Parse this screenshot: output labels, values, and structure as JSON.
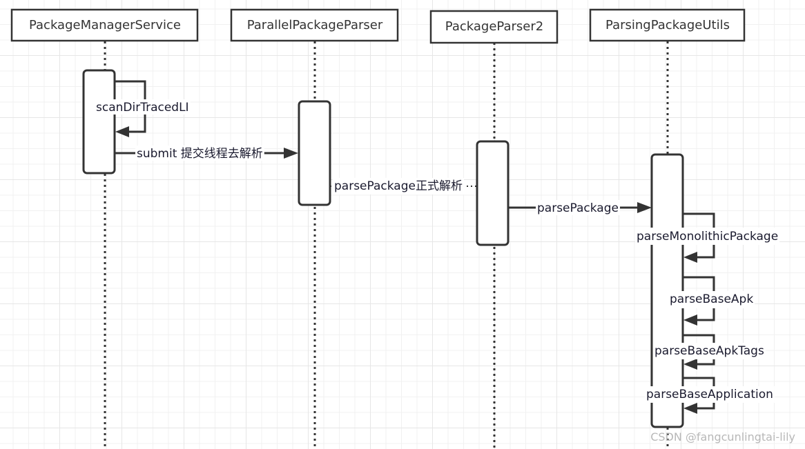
{
  "diagram": {
    "type": "sequence",
    "actors": [
      {
        "id": "pms",
        "label": "PackageManagerService"
      },
      {
        "id": "ppp",
        "label": "ParallelPackageParser"
      },
      {
        "id": "pp2",
        "label": "PackageParser2"
      },
      {
        "id": "ppu",
        "label": "ParsingPackageUtils"
      }
    ],
    "messages": [
      {
        "from": "PackageManagerService",
        "to": "PackageManagerService",
        "label": "scanDirTracedLI",
        "kind": "self"
      },
      {
        "from": "PackageManagerService",
        "to": "ParallelPackageParser",
        "label": "submit 提交线程去解析",
        "kind": "call"
      },
      {
        "from": "ParallelPackageParser",
        "to": "PackageParser2",
        "label": "parsePackage正式解析",
        "kind": "dotted"
      },
      {
        "from": "PackageParser2",
        "to": "ParsingPackageUtils",
        "label": "parsePackage",
        "kind": "call"
      },
      {
        "from": "ParsingPackageUtils",
        "to": "ParsingPackageUtils",
        "label": "parseMonolithicPackage",
        "kind": "self"
      },
      {
        "from": "ParsingPackageUtils",
        "to": "ParsingPackageUtils",
        "label": "parseBaseApk",
        "kind": "self"
      },
      {
        "from": "ParsingPackageUtils",
        "to": "ParsingPackageUtils",
        "label": "parseBaseApkTags",
        "kind": "self"
      },
      {
        "from": "ParsingPackageUtils",
        "to": "ParsingPackageUtils",
        "label": "parseBaseApplication",
        "kind": "self"
      }
    ]
  },
  "watermark": "CSDN @fangcunlingtai-lily",
  "colors": {
    "stroke": "#333333",
    "text": "#1a1a2e",
    "grid": "#e6e6e6",
    "watermark": "#b8b8b8"
  }
}
